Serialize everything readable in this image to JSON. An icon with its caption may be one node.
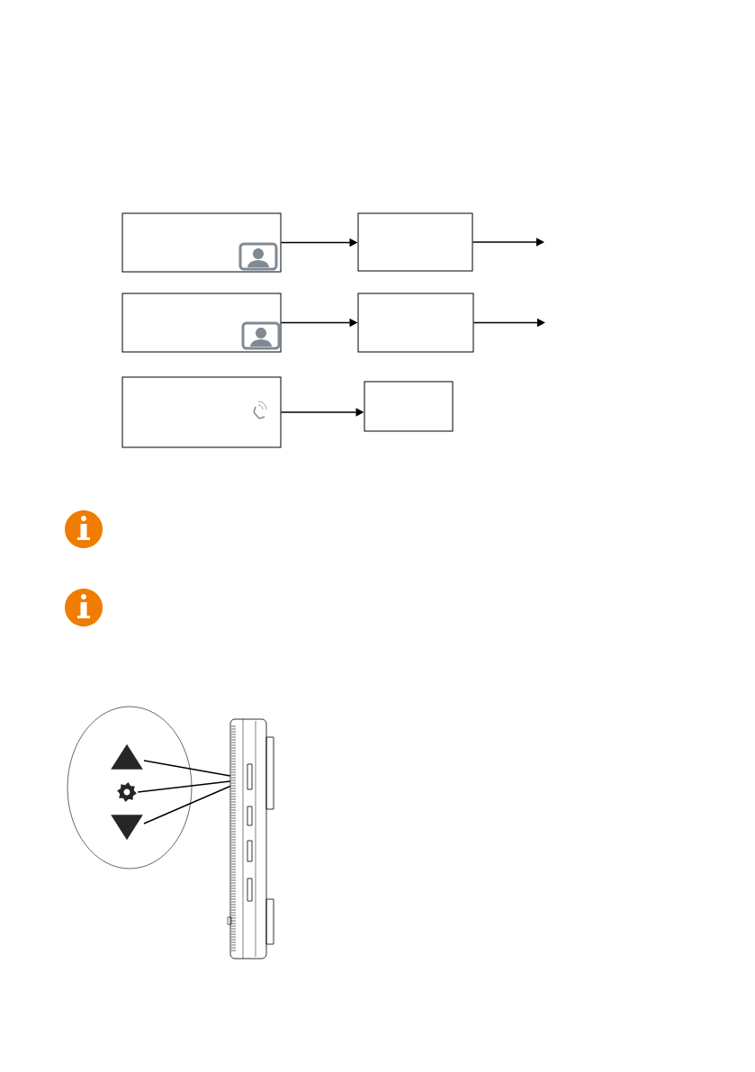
{
  "diagram": {
    "nodes": [
      {
        "text": [],
        "shape": "box"
      },
      {
        "text": [],
        "shape": "box"
      },
      {
        "text": [],
        "shape": "box"
      },
      {
        "text": [],
        "shape": "box"
      },
      {
        "text": [],
        "shape": "box"
      },
      {
        "text": [],
        "shape": "box"
      },
      {
        "text": [],
        "shape": "triangle"
      },
      {
        "text": [],
        "shape": "gear"
      },
      {
        "text": [],
        "shape": "triangle"
      },
      {
        "text": [],
        "shape": "picture"
      }
    ],
    "edges": [
      {
        "from": 0,
        "to": 1,
        "arrow": "to"
      },
      {
        "from": 1,
        "to": null,
        "arrow": "to"
      },
      {
        "from": 2,
        "to": 3,
        "arrow": "to"
      },
      {
        "from": 3,
        "to": null,
        "arrow": "to"
      },
      {
        "from": 4,
        "to": 5,
        "arrow": "to"
      },
      {
        "from": 6,
        "to": 9,
        "arrow": "none"
      },
      {
        "from": 7,
        "to": 9,
        "arrow": "none"
      },
      {
        "from": 8,
        "to": 9,
        "arrow": "none"
      }
    ]
  }
}
